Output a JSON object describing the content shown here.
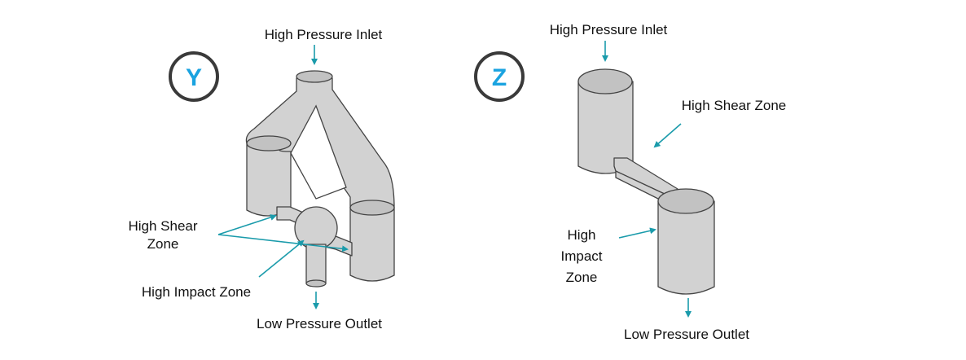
{
  "colors": {
    "accent": "#1a9bab",
    "badge_ring": "#3a3a3a",
    "badge_text": "#1aa3e0",
    "body_fill": "#d2d2d2",
    "outline": "#444444"
  },
  "diagram_y": {
    "badge": "Y",
    "inlet_label": "High Pressure Inlet",
    "shear_label_line1": "High Shear",
    "shear_label_line2": "Zone",
    "impact_label": "High Impact Zone",
    "outlet_label": "Low Pressure Outlet"
  },
  "diagram_z": {
    "badge": "Z",
    "inlet_label": "High Pressure Inlet",
    "shear_label": "High Shear Zone",
    "impact_label_line1": "High",
    "impact_label_line2": "Impact",
    "impact_label_line3": "Zone",
    "outlet_label": "Low Pressure Outlet"
  }
}
